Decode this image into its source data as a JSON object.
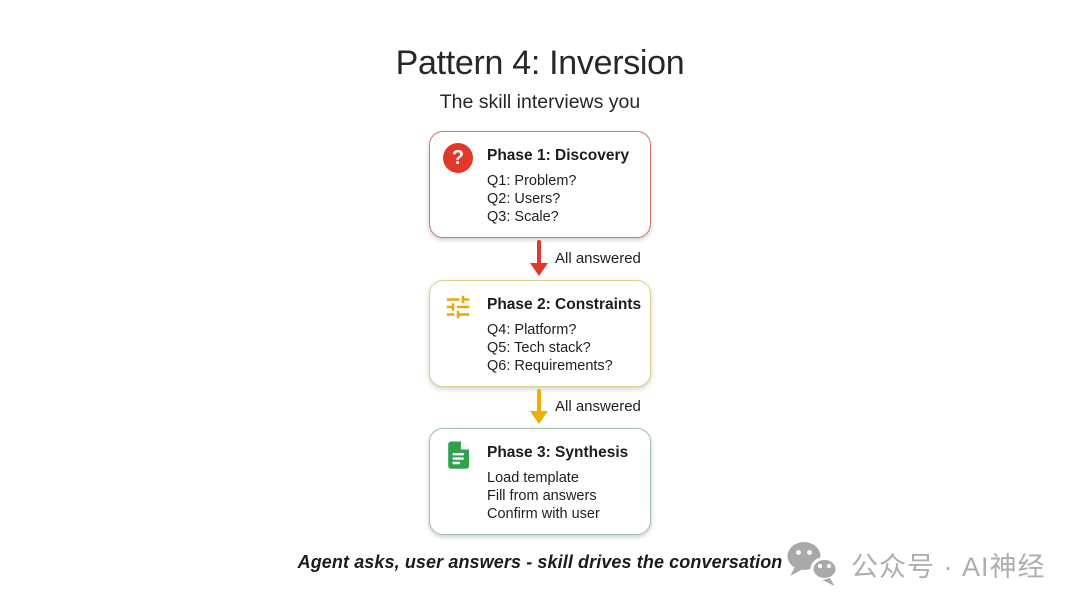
{
  "title": "Pattern 4: Inversion",
  "subtitle": "The skill interviews you",
  "phases": [
    {
      "name": "Phase 1: Discovery",
      "icon": "question-mark-circle-icon",
      "glyph": "?",
      "accent": "#e0392b",
      "border_color": "#d1766b",
      "items": [
        "Q1: Problem?",
        "Q2: Users?",
        "Q3: Scale?"
      ]
    },
    {
      "name": "Phase 2: Constraints",
      "icon": "tune-sliders-icon",
      "accent": "#e9a90c",
      "border_color": "#dcd28d",
      "items": [
        "Q4: Platform?",
        "Q5: Tech stack?",
        "Q6: Requirements?"
      ]
    },
    {
      "name": "Phase 3: Synthesis",
      "icon": "document-icon",
      "accent": "#2fa14f",
      "border_color": "#9bc3a9",
      "items": [
        "Load template",
        "Fill from answers",
        "Confirm with user"
      ]
    }
  ],
  "connectors": [
    {
      "label": "All answered",
      "color": "#e0392b"
    },
    {
      "label": "All answered",
      "color": "#f0ae03"
    }
  ],
  "caption": "Agent asks, user answers - skill drives the conversation",
  "watermark": {
    "icon": "wechat-icon",
    "text": "公众号 · AI神经",
    "color": "#aeaeae"
  }
}
